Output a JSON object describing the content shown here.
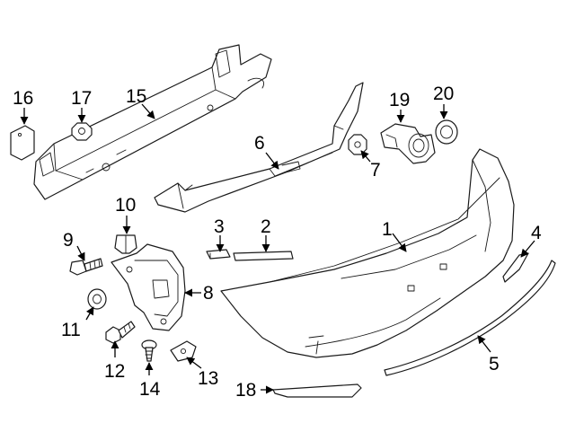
{
  "diagram": {
    "callouts": [
      {
        "id": "p1",
        "label": "1"
      },
      {
        "id": "p2",
        "label": "2"
      },
      {
        "id": "p3",
        "label": "3"
      },
      {
        "id": "p4",
        "label": "4"
      },
      {
        "id": "p5",
        "label": "5"
      },
      {
        "id": "p6",
        "label": "6"
      },
      {
        "id": "p7",
        "label": "7"
      },
      {
        "id": "p8",
        "label": "8"
      },
      {
        "id": "p9",
        "label": "9"
      },
      {
        "id": "p10",
        "label": "10"
      },
      {
        "id": "p11",
        "label": "11"
      },
      {
        "id": "p12",
        "label": "12"
      },
      {
        "id": "p13",
        "label": "13"
      },
      {
        "id": "p14",
        "label": "14"
      },
      {
        "id": "p15",
        "label": "15"
      },
      {
        "id": "p16",
        "label": "16"
      },
      {
        "id": "p17",
        "label": "17"
      },
      {
        "id": "p18",
        "label": "18"
      },
      {
        "id": "p19",
        "label": "19"
      },
      {
        "id": "p20",
        "label": "20"
      }
    ]
  }
}
